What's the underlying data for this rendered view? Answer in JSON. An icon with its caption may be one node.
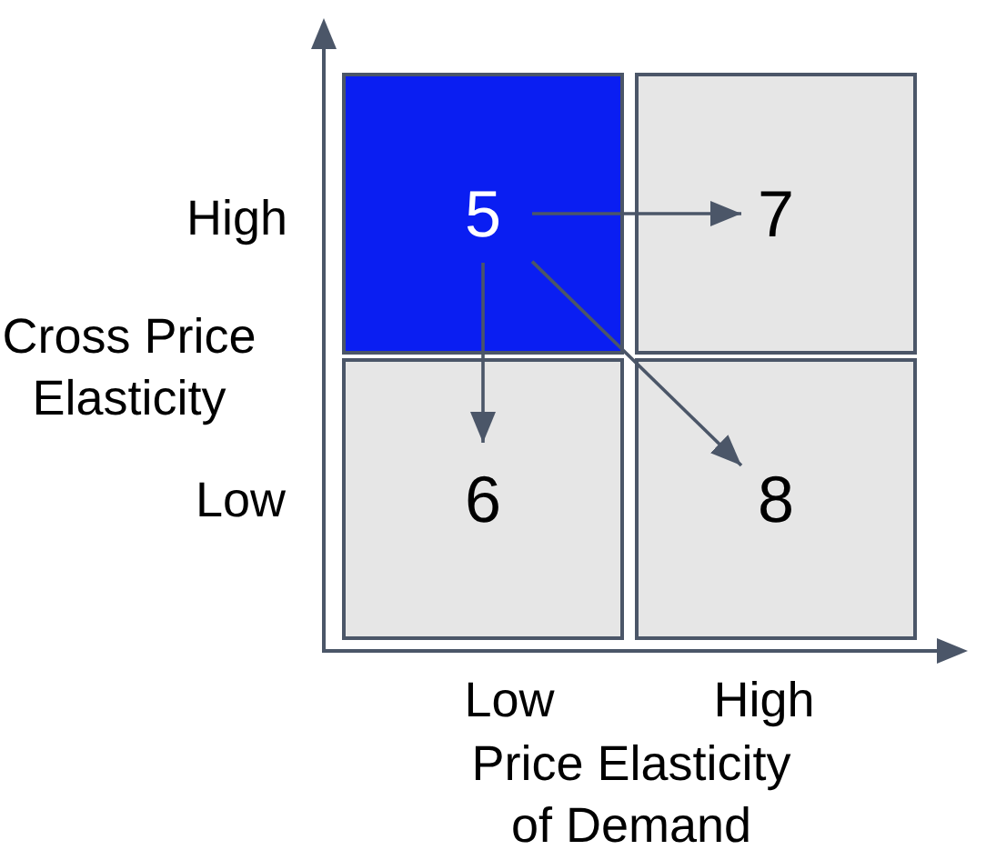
{
  "diagram": {
    "nodes": [
      {
        "text": [
          "5"
        ]
      },
      {
        "text": [
          "7"
        ]
      },
      {
        "text": [
          "6"
        ]
      },
      {
        "text": [
          "8"
        ]
      }
    ],
    "edges": [
      {
        "from": 0,
        "to": 1,
        "arrow": "to"
      },
      {
        "from": 0,
        "to": 2,
        "arrow": "to"
      },
      {
        "from": 0,
        "to": 3,
        "arrow": "to"
      }
    ],
    "labels": [
      "High",
      "Cross Price Elasticity",
      "Low",
      "Low",
      "High",
      "Price Elasticity of Demand"
    ]
  }
}
